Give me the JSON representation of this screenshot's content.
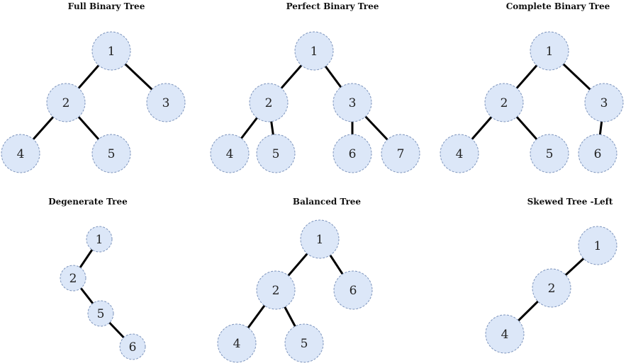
{
  "node_color": "#dce7f8",
  "node_stroke_color": "#7e95bd",
  "edge_color": "#000000",
  "panels": [
    {
      "title": "Full Binary Tree",
      "nodes": [
        {
          "id": "1",
          "label": "1"
        },
        {
          "id": "2",
          "label": "2"
        },
        {
          "id": "3",
          "label": "3"
        },
        {
          "id": "4",
          "label": "4"
        },
        {
          "id": "5",
          "label": "5"
        }
      ],
      "edges": [
        [
          "1",
          "2"
        ],
        [
          "1",
          "3"
        ],
        [
          "2",
          "4"
        ],
        [
          "2",
          "5"
        ]
      ]
    },
    {
      "title": "Perfect Binary Tree",
      "nodes": [
        {
          "id": "1",
          "label": "1"
        },
        {
          "id": "2",
          "label": "2"
        },
        {
          "id": "3",
          "label": "3"
        },
        {
          "id": "4",
          "label": "4"
        },
        {
          "id": "5",
          "label": "5"
        },
        {
          "id": "6",
          "label": "6"
        },
        {
          "id": "7",
          "label": "7"
        }
      ],
      "edges": [
        [
          "1",
          "2"
        ],
        [
          "1",
          "3"
        ],
        [
          "2",
          "4"
        ],
        [
          "2",
          "5"
        ],
        [
          "3",
          "6"
        ],
        [
          "3",
          "7"
        ]
      ]
    },
    {
      "title": "Complete Binary Tree",
      "nodes": [
        {
          "id": "1",
          "label": "1"
        },
        {
          "id": "2",
          "label": "2"
        },
        {
          "id": "3",
          "label": "3"
        },
        {
          "id": "4",
          "label": "4"
        },
        {
          "id": "5",
          "label": "5"
        },
        {
          "id": "6",
          "label": "6"
        }
      ],
      "edges": [
        [
          "1",
          "2"
        ],
        [
          "1",
          "3"
        ],
        [
          "2",
          "4"
        ],
        [
          "2",
          "5"
        ],
        [
          "3",
          "6"
        ]
      ]
    },
    {
      "title": "Degenerate Tree",
      "nodes": [
        {
          "id": "1",
          "label": "1"
        },
        {
          "id": "2",
          "label": "2"
        },
        {
          "id": "5",
          "label": "5"
        },
        {
          "id": "6",
          "label": "6"
        }
      ],
      "edges": [
        [
          "1",
          "2"
        ],
        [
          "2",
          "5"
        ],
        [
          "5",
          "6"
        ]
      ]
    },
    {
      "title": "Balanced Tree",
      "nodes": [
        {
          "id": "1",
          "label": "1"
        },
        {
          "id": "2",
          "label": "2"
        },
        {
          "id": "6",
          "label": "6"
        },
        {
          "id": "4",
          "label": "4"
        },
        {
          "id": "5",
          "label": "5"
        }
      ],
      "edges": [
        [
          "1",
          "2"
        ],
        [
          "1",
          "6"
        ],
        [
          "2",
          "4"
        ],
        [
          "2",
          "5"
        ]
      ]
    },
    {
      "title": "Skewed Tree -Left",
      "nodes": [
        {
          "id": "1",
          "label": "1"
        },
        {
          "id": "2",
          "label": "2"
        },
        {
          "id": "4",
          "label": "4"
        }
      ],
      "edges": [
        [
          "1",
          "2"
        ],
        [
          "2",
          "4"
        ]
      ]
    }
  ]
}
